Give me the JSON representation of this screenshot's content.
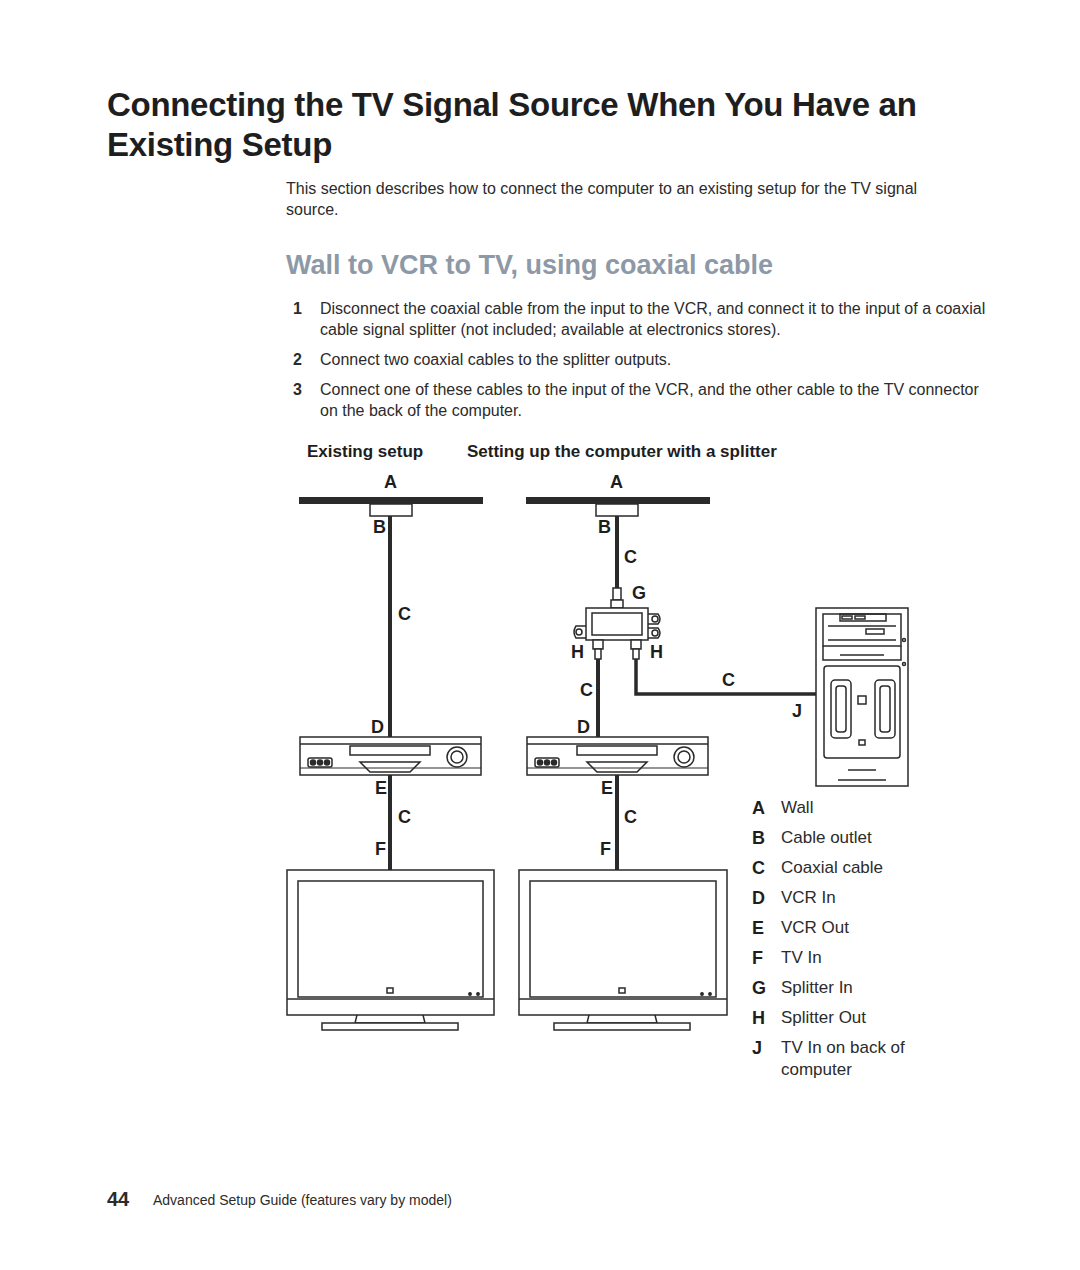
{
  "diagram": {
    "title": "Connecting the TV Signal Source When You Have an Existing Setup",
    "labels": [
      "This section describes how to connect the computer to an existing setup for the TV signal source.",
      "Wall to VCR to TV, using coaxial cable",
      "1",
      "Disconnect the coaxial cable from the input to the VCR, and connect it to the input of a coaxial cable signal splitter (not included; available at electronics stores).",
      "2",
      "Connect two coaxial cables to the splitter outputs.",
      "3",
      "Connect one of these cables to the input of the VCR, and the other cable to the TV connector on the back of the computer.",
      "Existing setup",
      "Setting up the computer with a splitter",
      "A",
      "B",
      "C",
      "D",
      "E",
      "C",
      "F",
      "A",
      "B",
      "C",
      "G",
      "H",
      "H",
      "C",
      "C",
      "J",
      "D",
      "E",
      "C",
      "F",
      "A",
      "Wall",
      "B",
      "Cable outlet",
      "C",
      "Coaxial cable",
      "D",
      "VCR In",
      "E",
      "VCR Out",
      "F",
      "TV In",
      "G",
      "Splitter In",
      "H",
      "Splitter Out",
      "J",
      "TV In on back of computer",
      "44",
      "Advanced Setup Guide (features vary by model)"
    ]
  }
}
